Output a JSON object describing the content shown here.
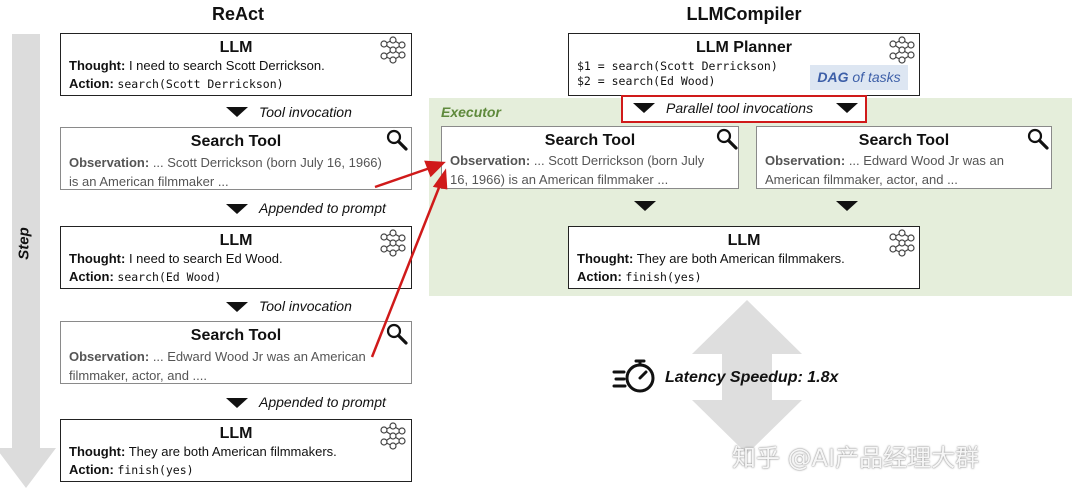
{
  "react": {
    "title": "ReAct",
    "step_label": "Step",
    "llm1": {
      "title": "LLM",
      "thought_label": "Thought:",
      "thought": "I need to search Scott Derrickson.",
      "action_label": "Action:",
      "action": "search(Scott Derrickson)"
    },
    "cap1": "Tool invocation",
    "tool1": {
      "title": "Search Tool",
      "obs_label": "Observation:",
      "obs_line1": "... Scott Derrickson (born July 16, 1966)",
      "obs_line2": "is an American filmmaker ..."
    },
    "cap2": "Appended to prompt",
    "llm2": {
      "title": "LLM",
      "thought_label": "Thought:",
      "thought": "I need to search Ed Wood.",
      "action_label": "Action:",
      "action": "search(Ed Wood)"
    },
    "cap3": "Tool invocation",
    "tool2": {
      "title": "Search Tool",
      "obs_label": "Observation:",
      "obs_line1": "... Edward Wood Jr was an American",
      "obs_line2": "filmmaker, actor, and ...."
    },
    "cap4": "Appended to prompt",
    "llm3": {
      "title": "LLM",
      "thought_label": "Thought:",
      "thought": "They are both American filmmakers.",
      "action_label": "Action:",
      "action": "finish(yes)"
    }
  },
  "compiler": {
    "title": "LLMCompiler",
    "planner": {
      "title": "LLM Planner",
      "line1": "$1 = search(Scott Derrickson)",
      "line2": "$2 = search(Ed Wood)",
      "dag_word": "DAG",
      "dag_rest": " of tasks"
    },
    "executor_label": "Executor",
    "parallel_caption": "Parallel tool invocations",
    "tool1": {
      "title": "Search Tool",
      "obs_label": "Observation:",
      "obs_line1": "... Scott Derrickson (born July",
      "obs_line2": "16, 1966) is an American filmmaker ..."
    },
    "tool2": {
      "title": "Search Tool",
      "obs_label": "Observation:",
      "obs_line1": "... Edward Wood Jr was an",
      "obs_line2": "American filmmaker, actor, and ..."
    },
    "llm": {
      "title": "LLM",
      "thought_label": "Thought:",
      "thought": "They are both American filmmakers.",
      "action_label": "Action:",
      "action": "finish(yes)"
    },
    "speedup": "Latency Speedup: 1.8x"
  },
  "watermark": "知乎 @AI产品经理大群",
  "colors": {
    "red": "#d01a1a",
    "executor_bg": "#e5eedb",
    "dag_bg": "#dde6f2",
    "dag_text": "#3d5fa8",
    "gray_arrow": "#d9d9d9"
  },
  "icons": {
    "llm": "neural-network-icon",
    "tool": "magnifier-icon",
    "speed": "stopwatch-icon"
  }
}
